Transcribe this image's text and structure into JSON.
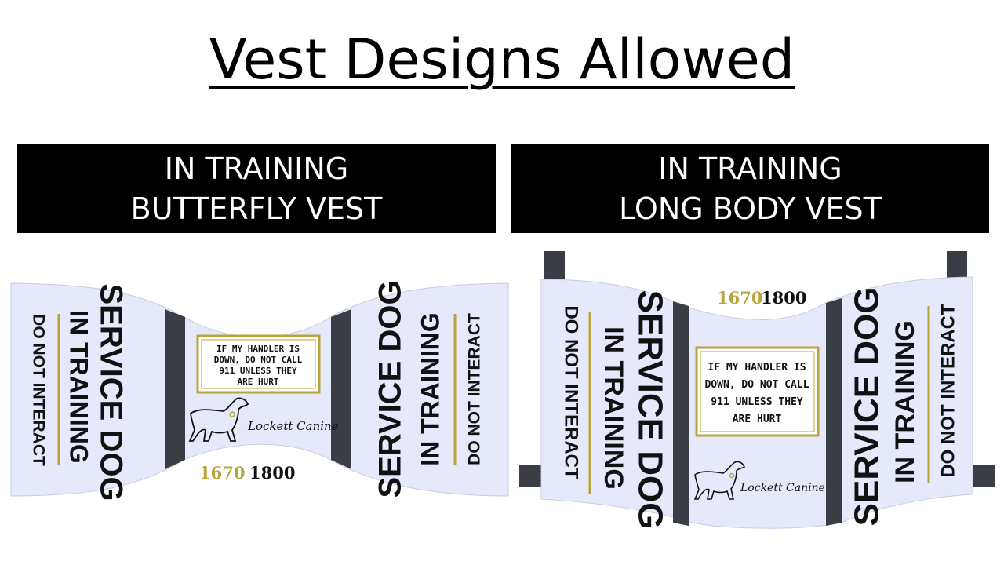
{
  "title": "Vest Designs Allowed",
  "banners": {
    "left": {
      "line1": "IN TRAINING",
      "line2": "BUTTERFLY VEST"
    },
    "right": {
      "line1": "IN TRAINING",
      "line2": "LONG BODY VEST"
    }
  },
  "vest_text": {
    "service_dog": "SERVICE DOG",
    "in_training": "IN TRAINING",
    "do_not_interact": "DO NOT INTERACT",
    "handler_line1": "IF MY HANDLER IS",
    "handler_line2": "DOWN, DO NOT CALL",
    "handler_line3": "911 UNLESS THEY",
    "handler_line4": "ARE HURT",
    "phone_part1": "1670",
    "phone_part2": "1800",
    "logo_text": "Lockett Canine"
  },
  "colors": {
    "vest_fill": "#e6e8fb",
    "strap": "#3b3d45",
    "gold": "#b9a43a",
    "text": "#111111"
  }
}
